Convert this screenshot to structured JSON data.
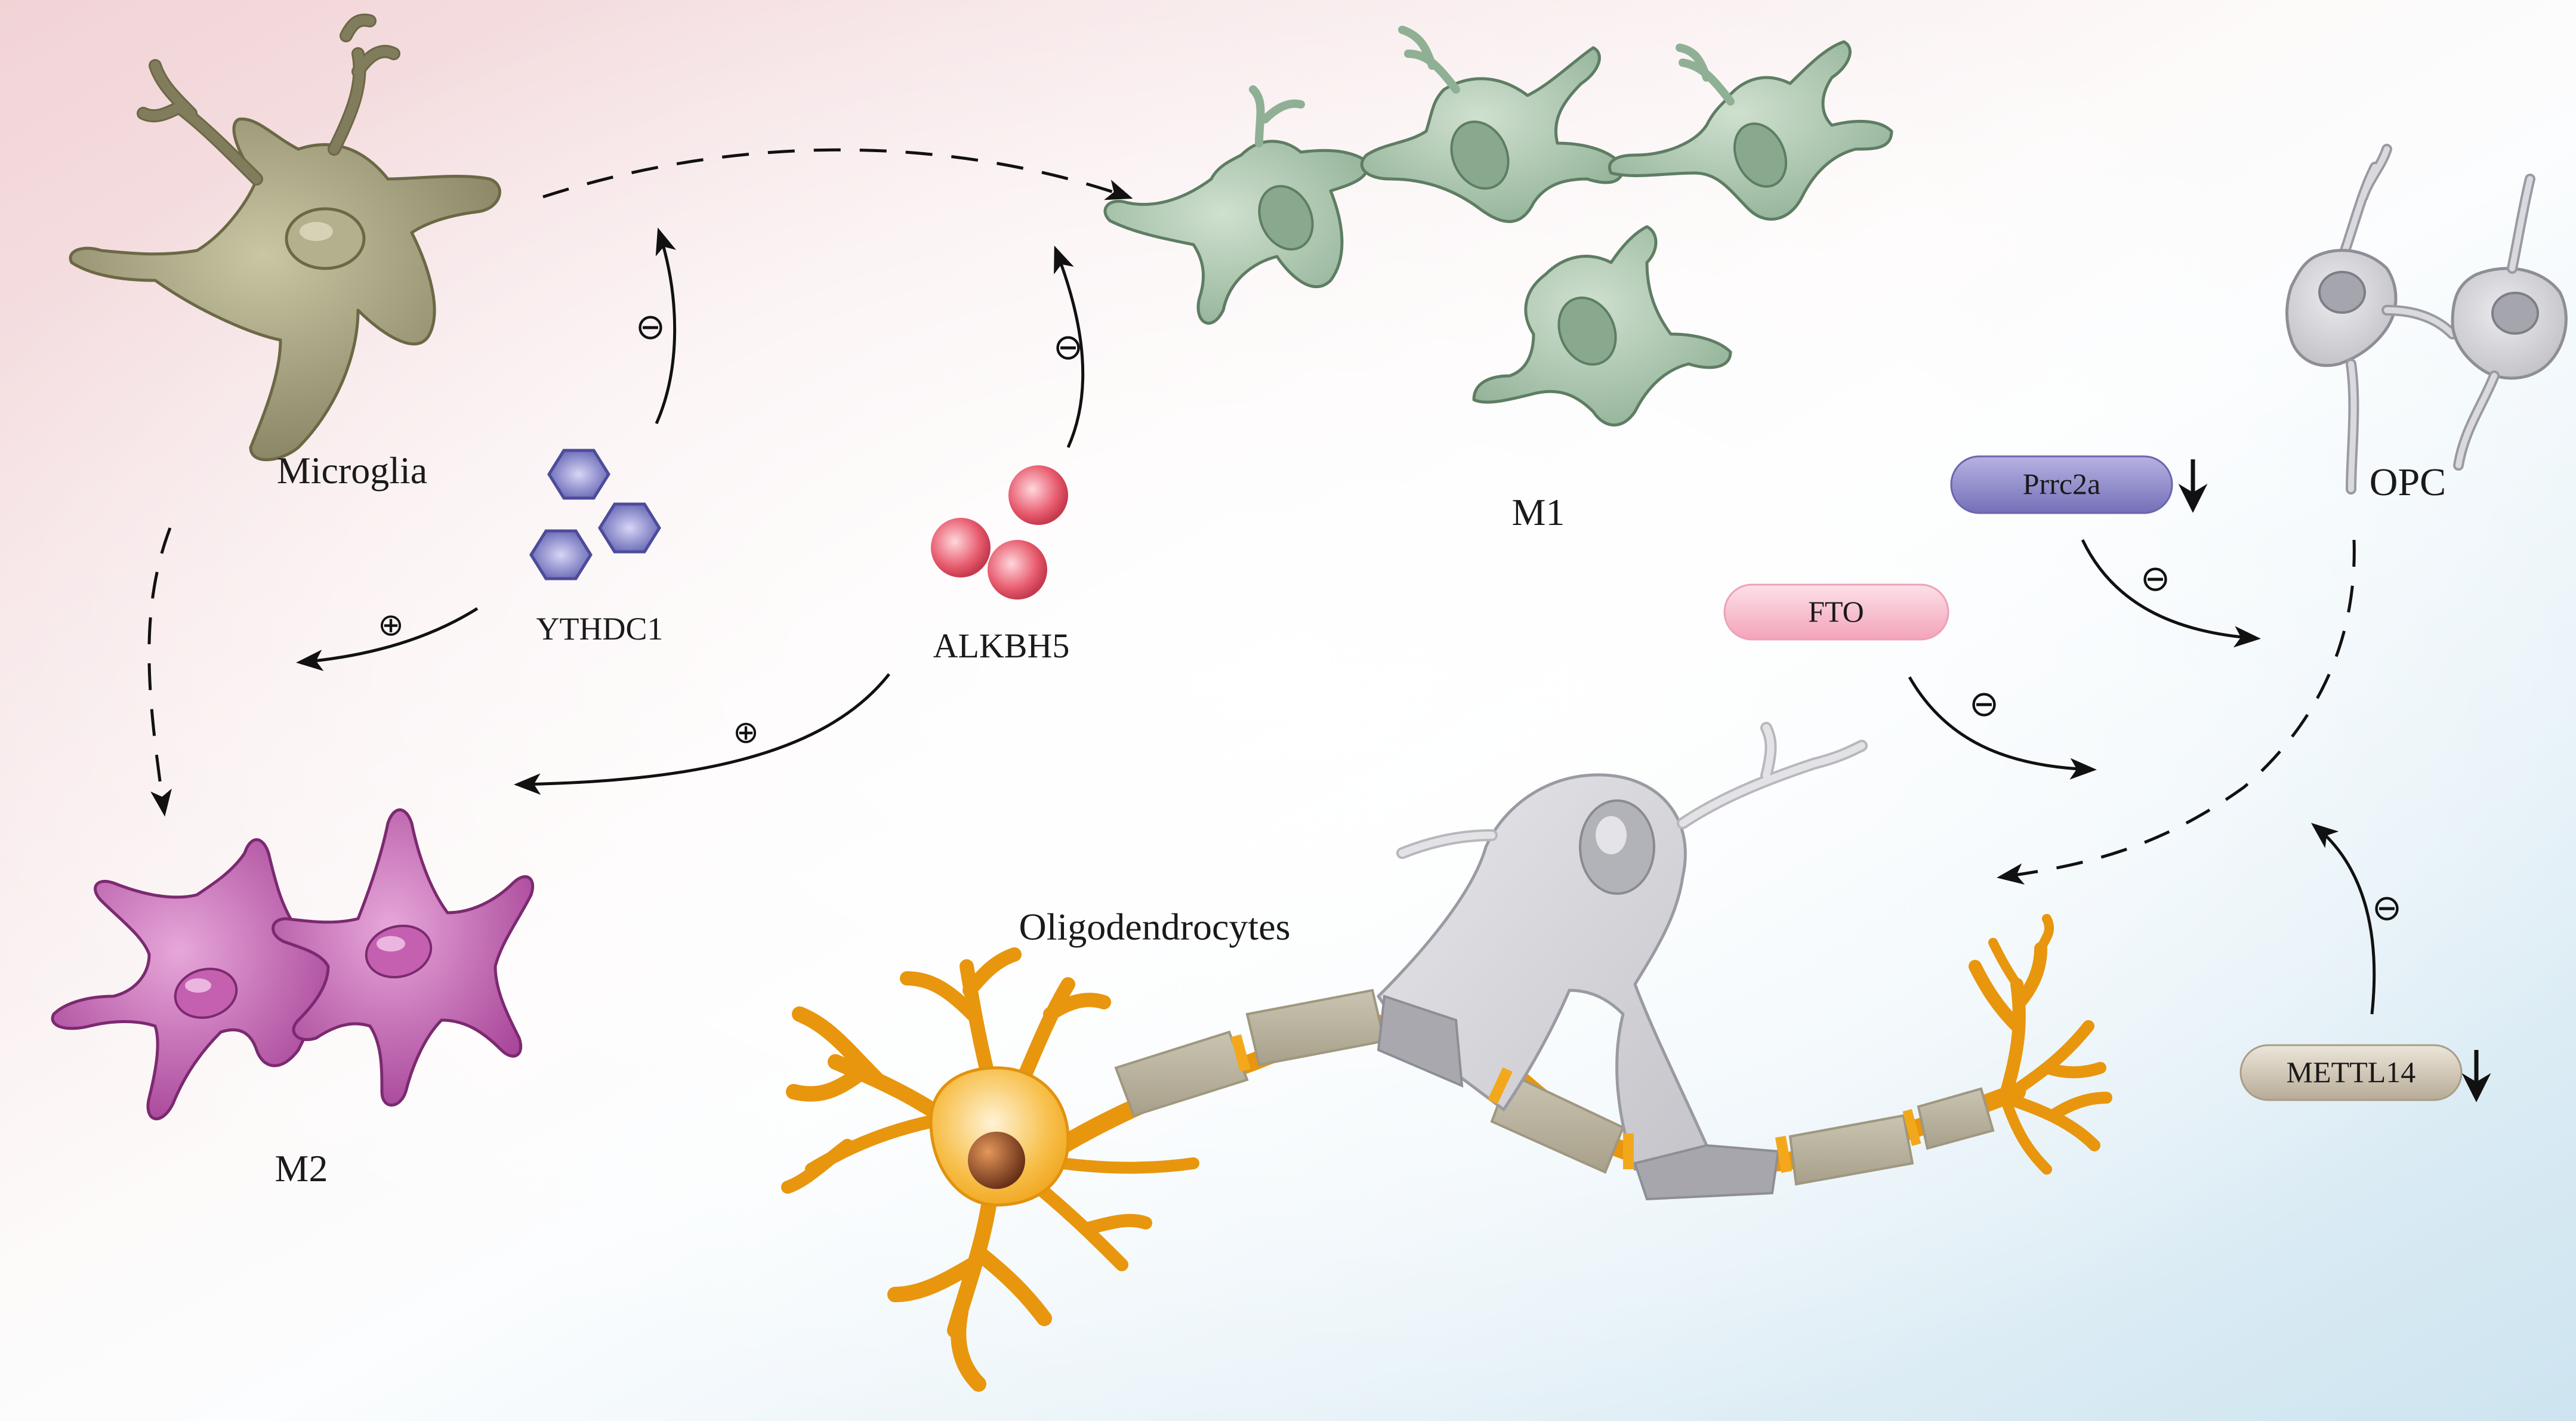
{
  "labels": {
    "microglia": "Microglia",
    "m1": "M1",
    "m2": "M2",
    "ythdc1": "YTHDC1",
    "alkbh5": "ALKBH5",
    "opc": "OPC",
    "oligodendrocytes": "Oligodendrocytes"
  },
  "pills": {
    "prrc2a": "Prrc2a",
    "fto": "FTO",
    "mettl14": "METTL14"
  },
  "signs": {
    "plus": "⊕",
    "minus": "⊖"
  },
  "colors": {
    "bg_pink": "#f3d6d8",
    "bg_blue": "#cfe6f1",
    "microglia": "#8c8a68",
    "m1": "#9fbaa2",
    "m2": "#b0479f",
    "opc": "#c9c9ce",
    "neuron": "#f3a81c",
    "myelin": "#b9b29c",
    "ythdc1": "#6a6ab8",
    "alkbh5": "#e4596a",
    "pill_prrc2a": "#8c86c8",
    "pill_fto": "#f6b6c6",
    "pill_mettl14": "#c9bfae"
  }
}
